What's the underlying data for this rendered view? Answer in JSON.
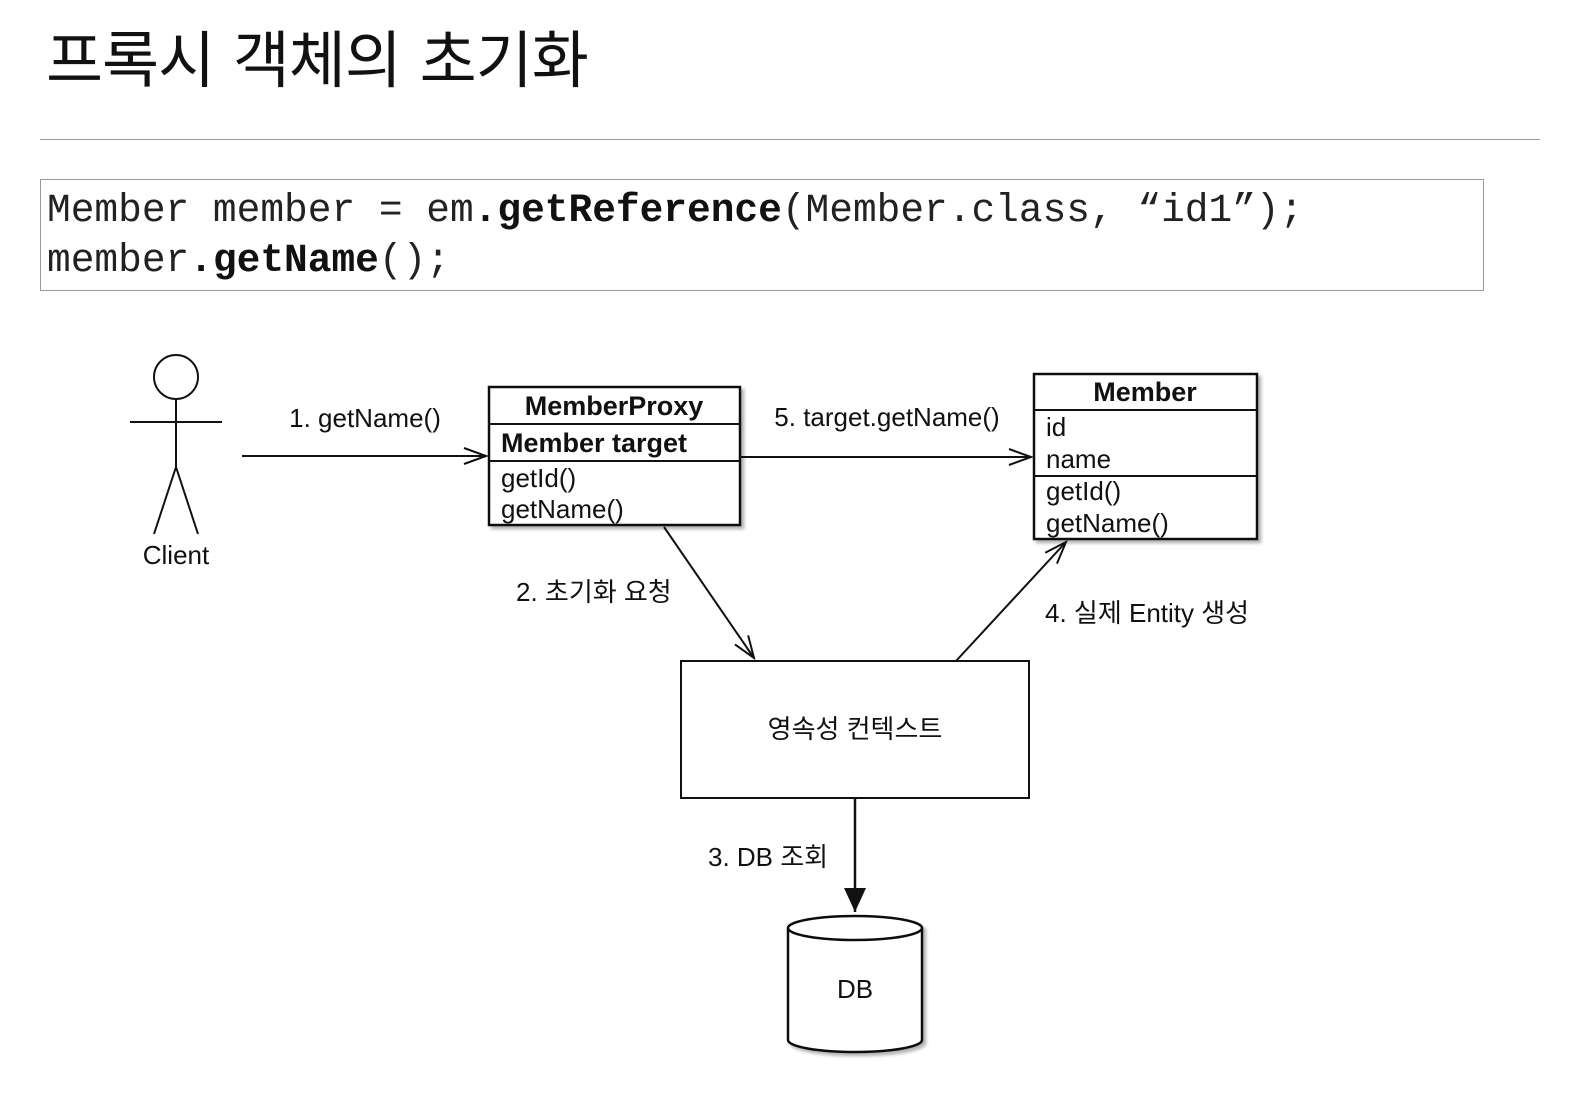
{
  "title": "프록시 객체의 초기화",
  "code": {
    "line1": [
      {
        "text": "Member member = em",
        "bold": false
      },
      {
        "text": ".getReference",
        "bold": true
      },
      {
        "text": "(Member.class, “id1”);",
        "bold": false
      }
    ],
    "line2": [
      {
        "text": "member",
        "bold": false
      },
      {
        "text": ".getName",
        "bold": true
      },
      {
        "text": "();",
        "bold": false
      }
    ]
  },
  "diagram": {
    "actor_label": "Client",
    "proxy": {
      "name": "MemberProxy",
      "field": "Member target",
      "methods": [
        "getId()",
        "getName()"
      ]
    },
    "entity": {
      "name": "Member",
      "fields": [
        "id",
        "name"
      ],
      "methods": [
        "getId()",
        "getName()"
      ]
    },
    "context_label": "영속성 컨텍스트",
    "db_label": "DB",
    "steps": {
      "step1": "1. getName()",
      "step2": "2. 초기화 요청",
      "step3": "3. DB 조회",
      "step4": "4. 실제 Entity 생성",
      "step5": "5. target.getName()"
    }
  }
}
